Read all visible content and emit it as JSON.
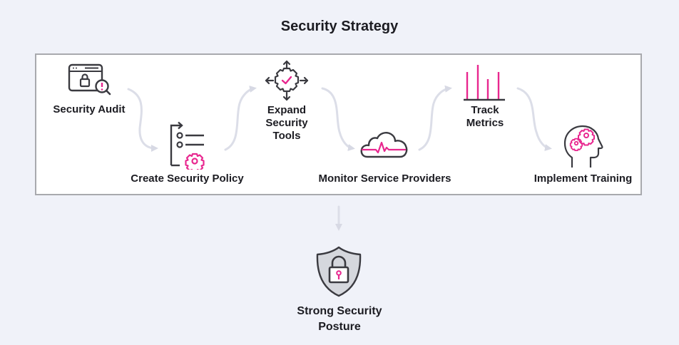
{
  "title": "Security Strategy",
  "colors": {
    "accent": "#e8278f",
    "icon_stroke": "#3a3a40",
    "connector": "#d7d9e4",
    "panel_border": "#a8a9ae",
    "background": "#f0f2f9"
  },
  "steps": [
    {
      "label": "Security Audit",
      "icon": "browser-lock-magnifier-icon"
    },
    {
      "label": "Create Security Policy",
      "icon": "policy-list-gear-icon"
    },
    {
      "label": "Expand Security Tools",
      "label_lines": [
        "Expand",
        "Security",
        "Tools"
      ],
      "icon": "gear-check-expand-icon"
    },
    {
      "label": "Monitor Service Providers",
      "icon": "cloud-heartbeat-icon"
    },
    {
      "label": "Track Metrics",
      "label_lines": [
        "Track",
        "Metrics"
      ],
      "icon": "bar-metrics-icon"
    },
    {
      "label": "Implement Training",
      "icon": "head-gears-icon"
    }
  ],
  "outcome": {
    "label_lines": [
      "Strong Security",
      "Posture"
    ],
    "icon": "shield-lock-icon"
  }
}
